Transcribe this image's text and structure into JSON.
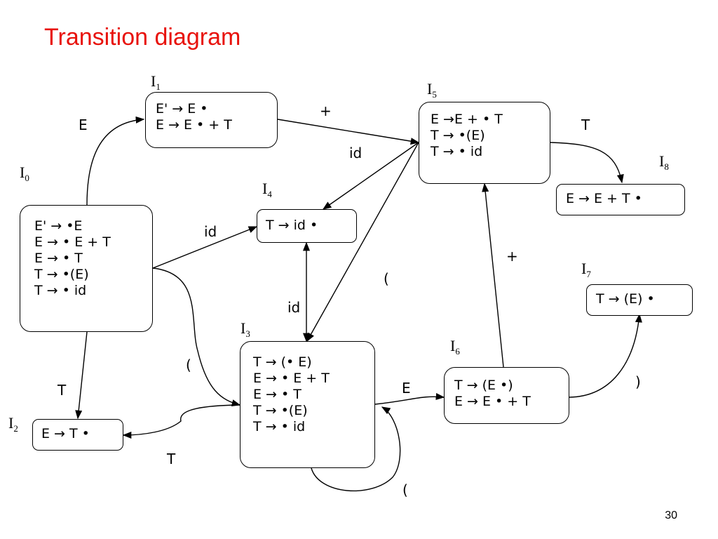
{
  "title": "Transition diagram",
  "page_number": "30",
  "states": {
    "I0": {
      "label": "I",
      "sub": "0",
      "items": [
        "E' → •E",
        "E → • E + T",
        "E → • T",
        "T → •(E)",
        "T → • id"
      ]
    },
    "I1": {
      "label": "I",
      "sub": "1",
      "items": [
        "E' → E •",
        "E → E • + T"
      ]
    },
    "I2": {
      "label": "I",
      "sub": "2",
      "items": [
        "E → T •"
      ]
    },
    "I3": {
      "label": "I",
      "sub": "3",
      "items": [
        "T → (• E)",
        "E → • E + T",
        "E → • T",
        "T → •(E)",
        "T → • id"
      ]
    },
    "I4": {
      "label": "I",
      "sub": "4",
      "items": [
        "T → id •"
      ]
    },
    "I5": {
      "label": "I",
      "sub": "5",
      "items": [
        "E →E + • T",
        "T → •(E)",
        "T → • id"
      ]
    },
    "I6": {
      "label": "I",
      "sub": "6",
      "items": [
        "T → (E •)",
        "E → E • + T"
      ]
    },
    "I7": {
      "label": "I",
      "sub": "7",
      "items": [
        "T → (E) •"
      ]
    },
    "I8": {
      "label": "I",
      "sub": "8",
      "items": [
        "E → E + T •"
      ]
    }
  },
  "edges": {
    "e_0_1": "E",
    "e_0_4": "id",
    "e_0_3": "(",
    "e_0_2": "T",
    "e_1_5": "+",
    "e_5_4": "id",
    "e_5_8": "T",
    "e_5_3": "(",
    "e_4_3": "id",
    "e_3_6": "E",
    "e_3_2": "T",
    "e_3_3": "(",
    "e_6_5": "+",
    "e_6_7": ")"
  }
}
